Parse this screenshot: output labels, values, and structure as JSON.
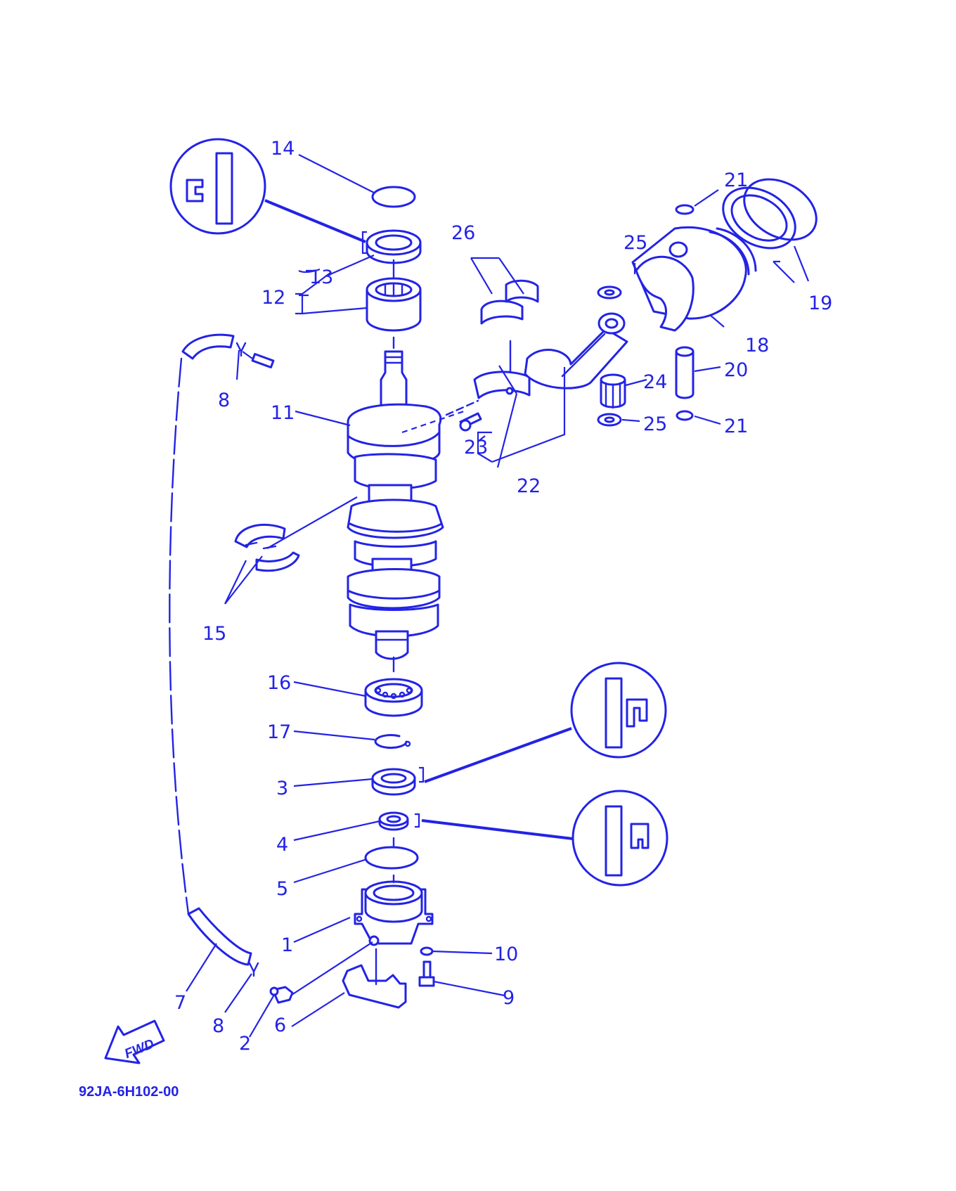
{
  "labels": {
    "n1": "1",
    "n2": "2",
    "n3": "3",
    "n4": "4",
    "n5": "5",
    "n6": "6",
    "n7": "7",
    "n8a": "8",
    "n8b": "8",
    "n9": "9",
    "n10": "10",
    "n11": "11",
    "n12": "12",
    "n13": "13",
    "n14": "14",
    "n15": "15",
    "n16": "16",
    "n17": "17",
    "n18": "18",
    "n19": "19",
    "n20": "20",
    "n21a": "21",
    "n21b": "21",
    "n22": "22",
    "n23": "23",
    "n24": "24",
    "n25a": "25",
    "n25b": "25",
    "n26": "26"
  },
  "fwd_label": "FWD",
  "diagram_code": "92JA-6H102-00",
  "colors": {
    "ink": "#2323e6",
    "background": "#ffffff"
  },
  "icons": {
    "fwd_arrow": "left-down-arrow",
    "seal_detail": "oil-seal-lip-orientation"
  }
}
